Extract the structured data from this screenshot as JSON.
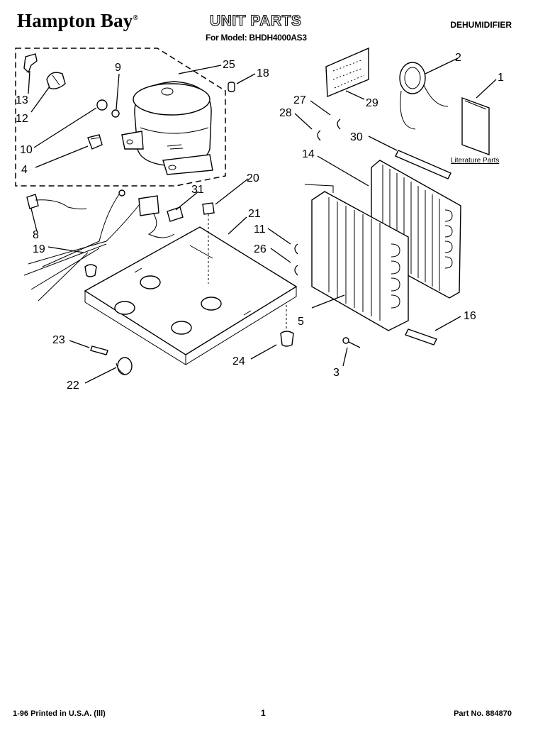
{
  "header": {
    "brand": "Hampton Bay",
    "brand_mark": "®",
    "title": "UNIT PARTS",
    "subtitle": "For Model: BHDH4000AS3",
    "category": "DEHUMIDIFIER"
  },
  "diagram": {
    "literature_label": "Literature Parts",
    "callouts": {
      "p1": "1",
      "p2": "2",
      "p3": "3",
      "p4": "4",
      "p5": "5",
      "p8": "8",
      "p9": "9",
      "p10": "10",
      "p11": "11",
      "p12": "12",
      "p13": "13",
      "p14": "14",
      "p16": "16",
      "p18": "18",
      "p19": "19",
      "p20": "20",
      "p21": "21",
      "p22": "22",
      "p23": "23",
      "p24": "24",
      "p25": "25",
      "p26": "26",
      "p27": "27",
      "p28": "28",
      "p29": "29",
      "p30": "30",
      "p31": "31"
    }
  },
  "footer": {
    "printed": "1-96 Printed in U.S.A. (lll)",
    "page": "1",
    "part_no": "Part No. 884870"
  }
}
